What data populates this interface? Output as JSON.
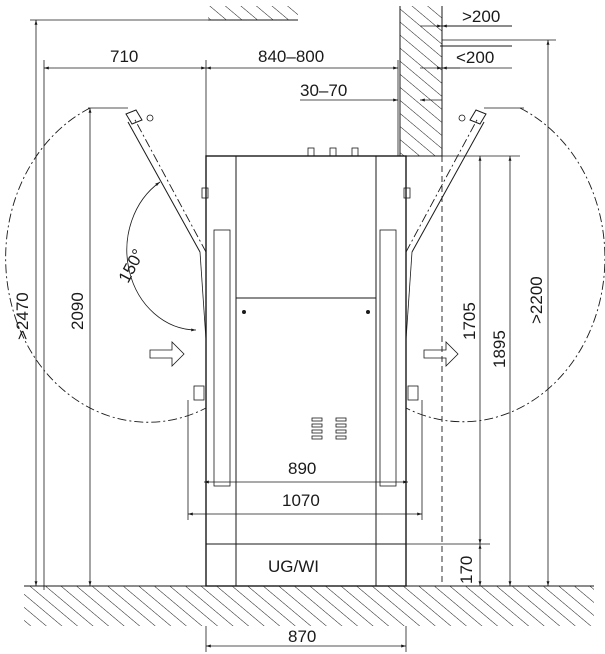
{
  "dimensions": {
    "top_door_span": "710",
    "top_cabinet_span": "840–800",
    "wall_gap": "30–70",
    "wall_gt": ">200",
    "wall_lt": "<200",
    "total_height": ">2470",
    "door_height": "2090",
    "swing_angle": "150°",
    "cabinet_height": "1705",
    "height_1895": "1895",
    "height_2200": ">2200",
    "width_890": "890",
    "width_1070": "1070",
    "base_height": "170",
    "base_width": "870"
  },
  "base_label": "UG/WI",
  "colors": {
    "line": "#1a1a1a",
    "background": "#ffffff"
  }
}
